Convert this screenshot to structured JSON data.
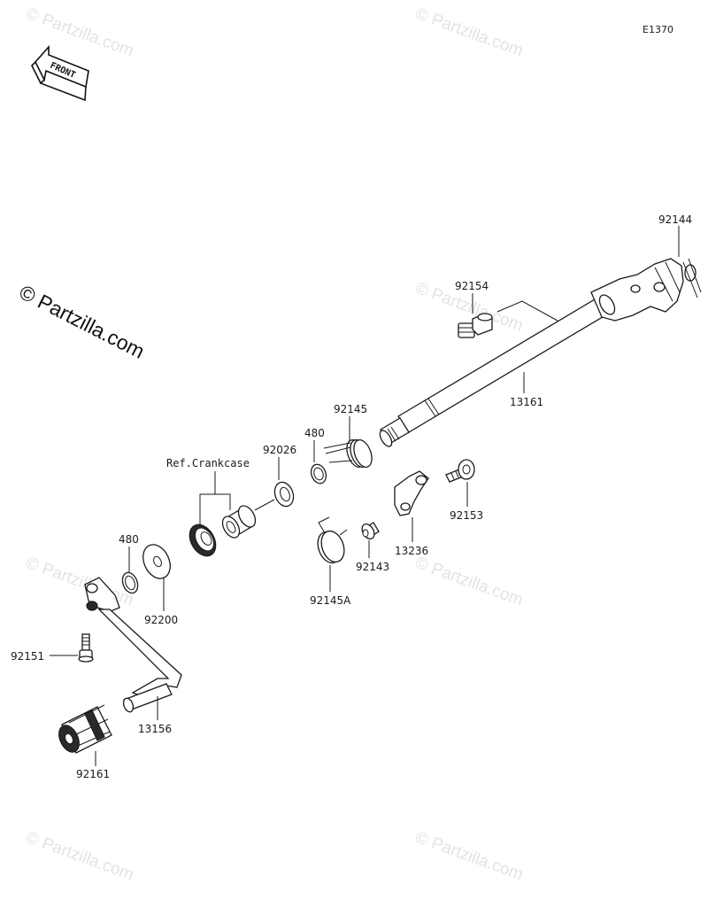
{
  "diagram_code": "E1370",
  "front_label": "FRONT",
  "watermark_text": "© Partzilla.com",
  "watermark_main": "© Partzilla.com",
  "ref_label": "Ref.Crankcase",
  "parts": [
    {
      "id": "p92144",
      "number": "92144"
    },
    {
      "id": "p92154",
      "number": "92154"
    },
    {
      "id": "p13161",
      "number": "13161"
    },
    {
      "id": "p92145",
      "number": "92145"
    },
    {
      "id": "p480a",
      "number": "480"
    },
    {
      "id": "p92026",
      "number": "92026"
    },
    {
      "id": "p92153",
      "number": "92153"
    },
    {
      "id": "p13236",
      "number": "13236"
    },
    {
      "id": "p92143",
      "number": "92143"
    },
    {
      "id": "p92145A",
      "number": "92145A"
    },
    {
      "id": "p480b",
      "number": "480"
    },
    {
      "id": "p92200",
      "number": "92200"
    },
    {
      "id": "p92151",
      "number": "92151"
    },
    {
      "id": "p13156",
      "number": "13156"
    },
    {
      "id": "p92161",
      "number": "92161"
    }
  ],
  "colors": {
    "line": "#1a1a1a",
    "watermark": "#e3e3e3"
  }
}
